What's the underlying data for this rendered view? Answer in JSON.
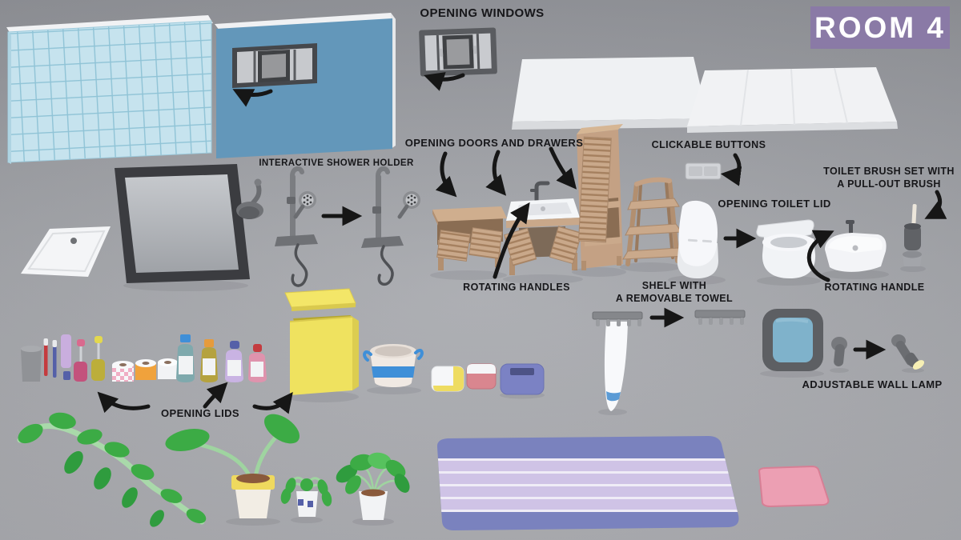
{
  "badge": {
    "text": "ROOM 4",
    "background": "#8a7aa6",
    "foreground": "#ffffff"
  },
  "annotations": {
    "opening_windows": "OPENING WINDOWS",
    "opening_doors_drawers": "OPENING DOORS AND DRAWERS",
    "clickable_buttons": "CLICKABLE BUTTONS",
    "interactive_shower_holder": "INTERACTIVE SHOWER HOLDER",
    "toilet_brush": {
      "line1": "TOILET BRUSH SET WITH",
      "line2": "A PULL-OUT BRUSH"
    },
    "opening_toilet_lid": "OPENING TOILET LID",
    "rotating_handles": "ROTATING HANDLES",
    "rotating_handle": "ROTATING HANDLE",
    "shelf_towel": {
      "line1": "SHELF WITH",
      "line2": "A REMOVABLE TOWEL"
    },
    "adjustable_wall_lamp": "ADJUSTABLE WALL LAMP",
    "opening_lids": "OPENING LIDS"
  },
  "scene": {
    "background": "#a2a4a9",
    "annotation_color": "#17171a",
    "objects": [
      {
        "name": "tiled-wall-panel",
        "color": "#c6e3ee"
      },
      {
        "name": "window-wall-panel",
        "color": "#6397ba"
      },
      {
        "name": "sliding-window",
        "color": "#5a5c60"
      },
      {
        "name": "floor-panel-plain",
        "color": "#eef0f2"
      },
      {
        "name": "floor-panel-tiled",
        "color": "#f0f1f3"
      },
      {
        "name": "shower-tray",
        "color": "#f4f5f7"
      },
      {
        "name": "wall-mirror",
        "color": "#3b3c40"
      },
      {
        "name": "rain-shower-head",
        "color": "#77797d"
      },
      {
        "name": "shower-holder-set",
        "color": "#7b7d81"
      },
      {
        "name": "vanity-with-drawers",
        "color": "#c9a88a"
      },
      {
        "name": "vanity-with-sink",
        "color": "#c9a88a"
      },
      {
        "name": "tall-cabinet",
        "color": "#c4a184"
      },
      {
        "name": "ladder-shelf",
        "color": "#c4a184"
      },
      {
        "name": "flush-button-plate",
        "color": "#d2d4d8"
      },
      {
        "name": "toilet",
        "color": "#f6f7fa"
      },
      {
        "name": "bidet",
        "color": "#f3f4f7"
      },
      {
        "name": "toilet-brush-set",
        "color": "#606266"
      },
      {
        "name": "laundry-basket",
        "color": "#efe25f"
      },
      {
        "name": "bucket",
        "color": "#f0e9e3"
      },
      {
        "name": "folded-towel-yellow",
        "color": "#eedc62"
      },
      {
        "name": "folded-towel-pink",
        "color": "#d9868f"
      },
      {
        "name": "bathroom-scale",
        "color": "#7b82c4"
      },
      {
        "name": "towel-shelf",
        "color": "#85878b"
      },
      {
        "name": "framed-mirror",
        "color": "#7fb2cb"
      },
      {
        "name": "wall-lamp",
        "color": "#6b6d71"
      },
      {
        "name": "toiletries-set",
        "color": "#c3527c"
      },
      {
        "name": "toilet-paper-rolls",
        "color": "#f0aec4"
      },
      {
        "name": "bottle-teal",
        "color": "#7fa9ad"
      },
      {
        "name": "bottle-olive",
        "color": "#b5a23f"
      },
      {
        "name": "bottle-lavender",
        "color": "#c9b3e3"
      },
      {
        "name": "bottle-pink",
        "color": "#df93ad"
      },
      {
        "name": "vine-plant",
        "color": "#3cab45"
      },
      {
        "name": "potted-plant-yellow",
        "color": "#efd95e"
      },
      {
        "name": "potted-plant-drooping",
        "color": "#3cab45"
      },
      {
        "name": "potted-plant-bushy",
        "color": "#3cab45"
      },
      {
        "name": "bath-mat-large",
        "color": "#7a82be"
      },
      {
        "name": "bath-mat-small",
        "color": "#ec9fb3"
      }
    ]
  }
}
